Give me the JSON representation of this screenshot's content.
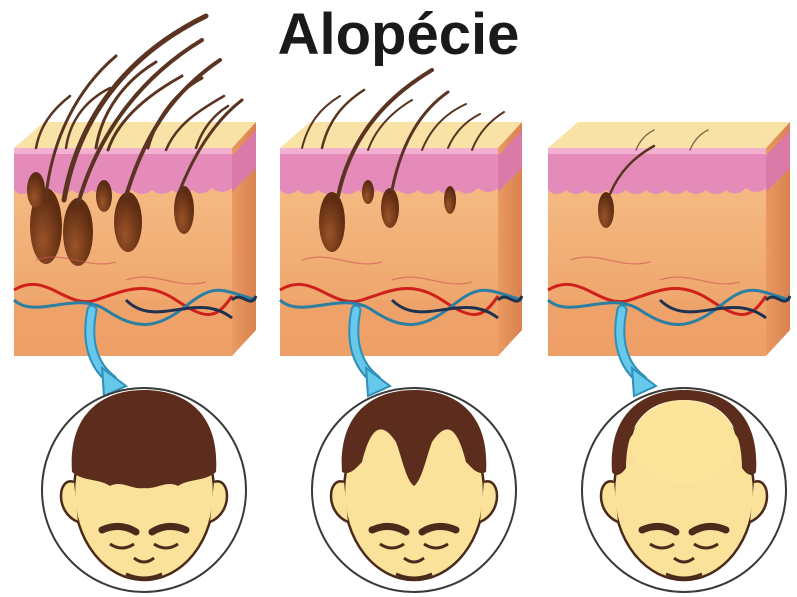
{
  "title": "Alopécie",
  "stages": [
    {
      "id": "stage-1",
      "hair_density": "full",
      "head": "full-hair"
    },
    {
      "id": "stage-2",
      "hair_density": "thinning",
      "head": "receding-hairline"
    },
    {
      "id": "stage-3",
      "hair_density": "sparse",
      "head": "bald-crown"
    }
  ],
  "colors": {
    "background": "#ffffff",
    "title": "#1a1a1a",
    "epidermis": "#f7dfa0",
    "skin_layer": "#e48ab8",
    "dermis": "#f4b07a",
    "dermis_dark": "#e79a63",
    "hair": "#5a3421",
    "follicle": "#7a3d1c",
    "artery": "#d0201c",
    "vein": "#2b7fa3",
    "arrow": "#5fc3e6",
    "scalp": "#fce49a",
    "head_hair": "#5c2d1c"
  }
}
